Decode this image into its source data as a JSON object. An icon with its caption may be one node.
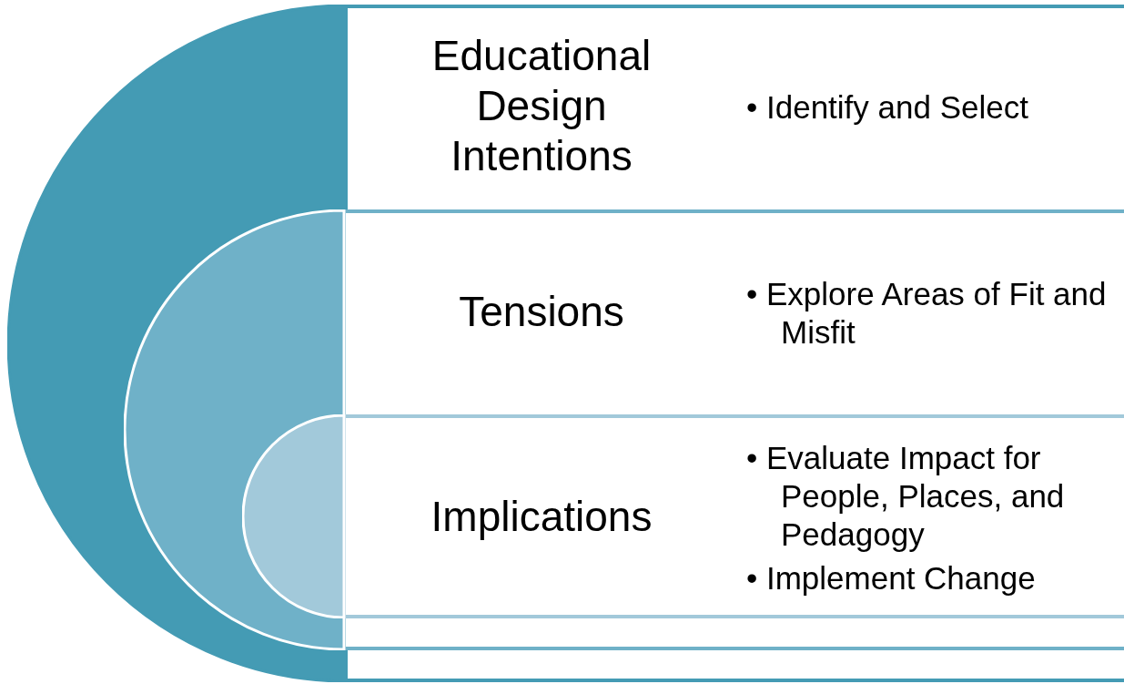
{
  "diagram": {
    "nodes": [
      {
        "text": [
          "Educational Design Intentions",
          "• Identify and Select"
        ]
      },
      {
        "text": [
          "Tensions",
          "• Explore Areas of Fit and Misfit"
        ],
        "in": 0
      },
      {
        "text": [
          "Implications",
          "• Evaluate Impact for People, Places, and Pedagogy",
          "• Implement Change"
        ],
        "in": 1
      }
    ]
  }
}
